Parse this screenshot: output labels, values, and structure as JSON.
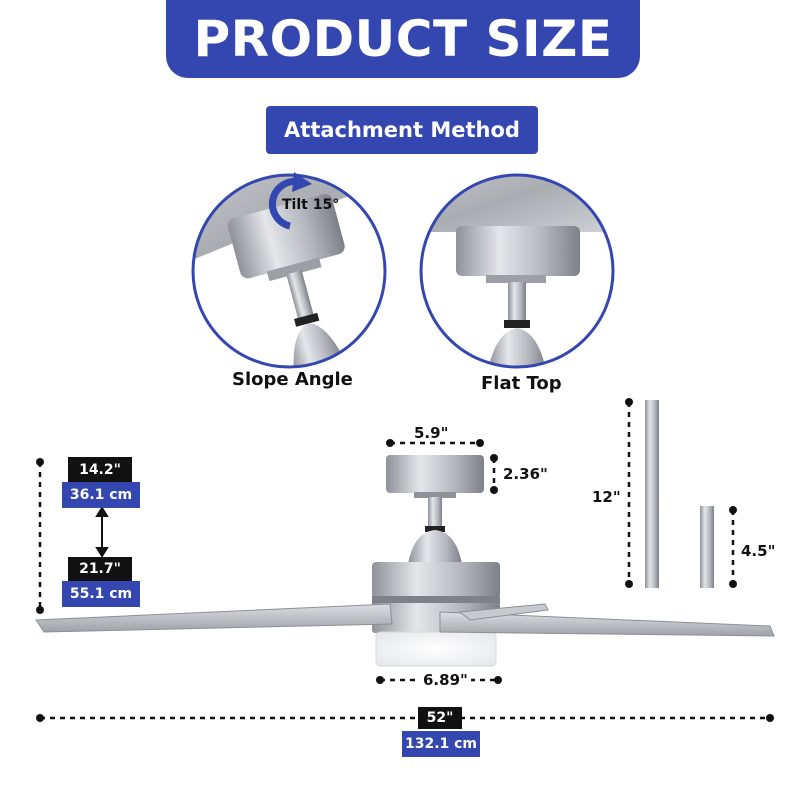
{
  "header": {
    "title": "PRODUCT SIZE"
  },
  "attachment": {
    "title": "Attachment Method",
    "tilt_label": "Tilt 15°",
    "slope_caption": "Slope Angle",
    "flat_caption": "Flat Top"
  },
  "dimensions": {
    "canopy_width": "5.9\"",
    "canopy_height": "2.36\"",
    "light_width": "6.89\"",
    "span_inch": "52\"",
    "span_cm": "132.1 cm",
    "min_height_inch": "14.2\"",
    "min_height_cm": "36.1 cm",
    "max_height_inch": "21.7\"",
    "max_height_cm": "55.1 cm",
    "long_rod": "12\"",
    "short_rod": "4.5\""
  },
  "colors": {
    "brand_blue": "#3447b0",
    "metal": "#b9bcc2",
    "label_black": "#111111"
  }
}
